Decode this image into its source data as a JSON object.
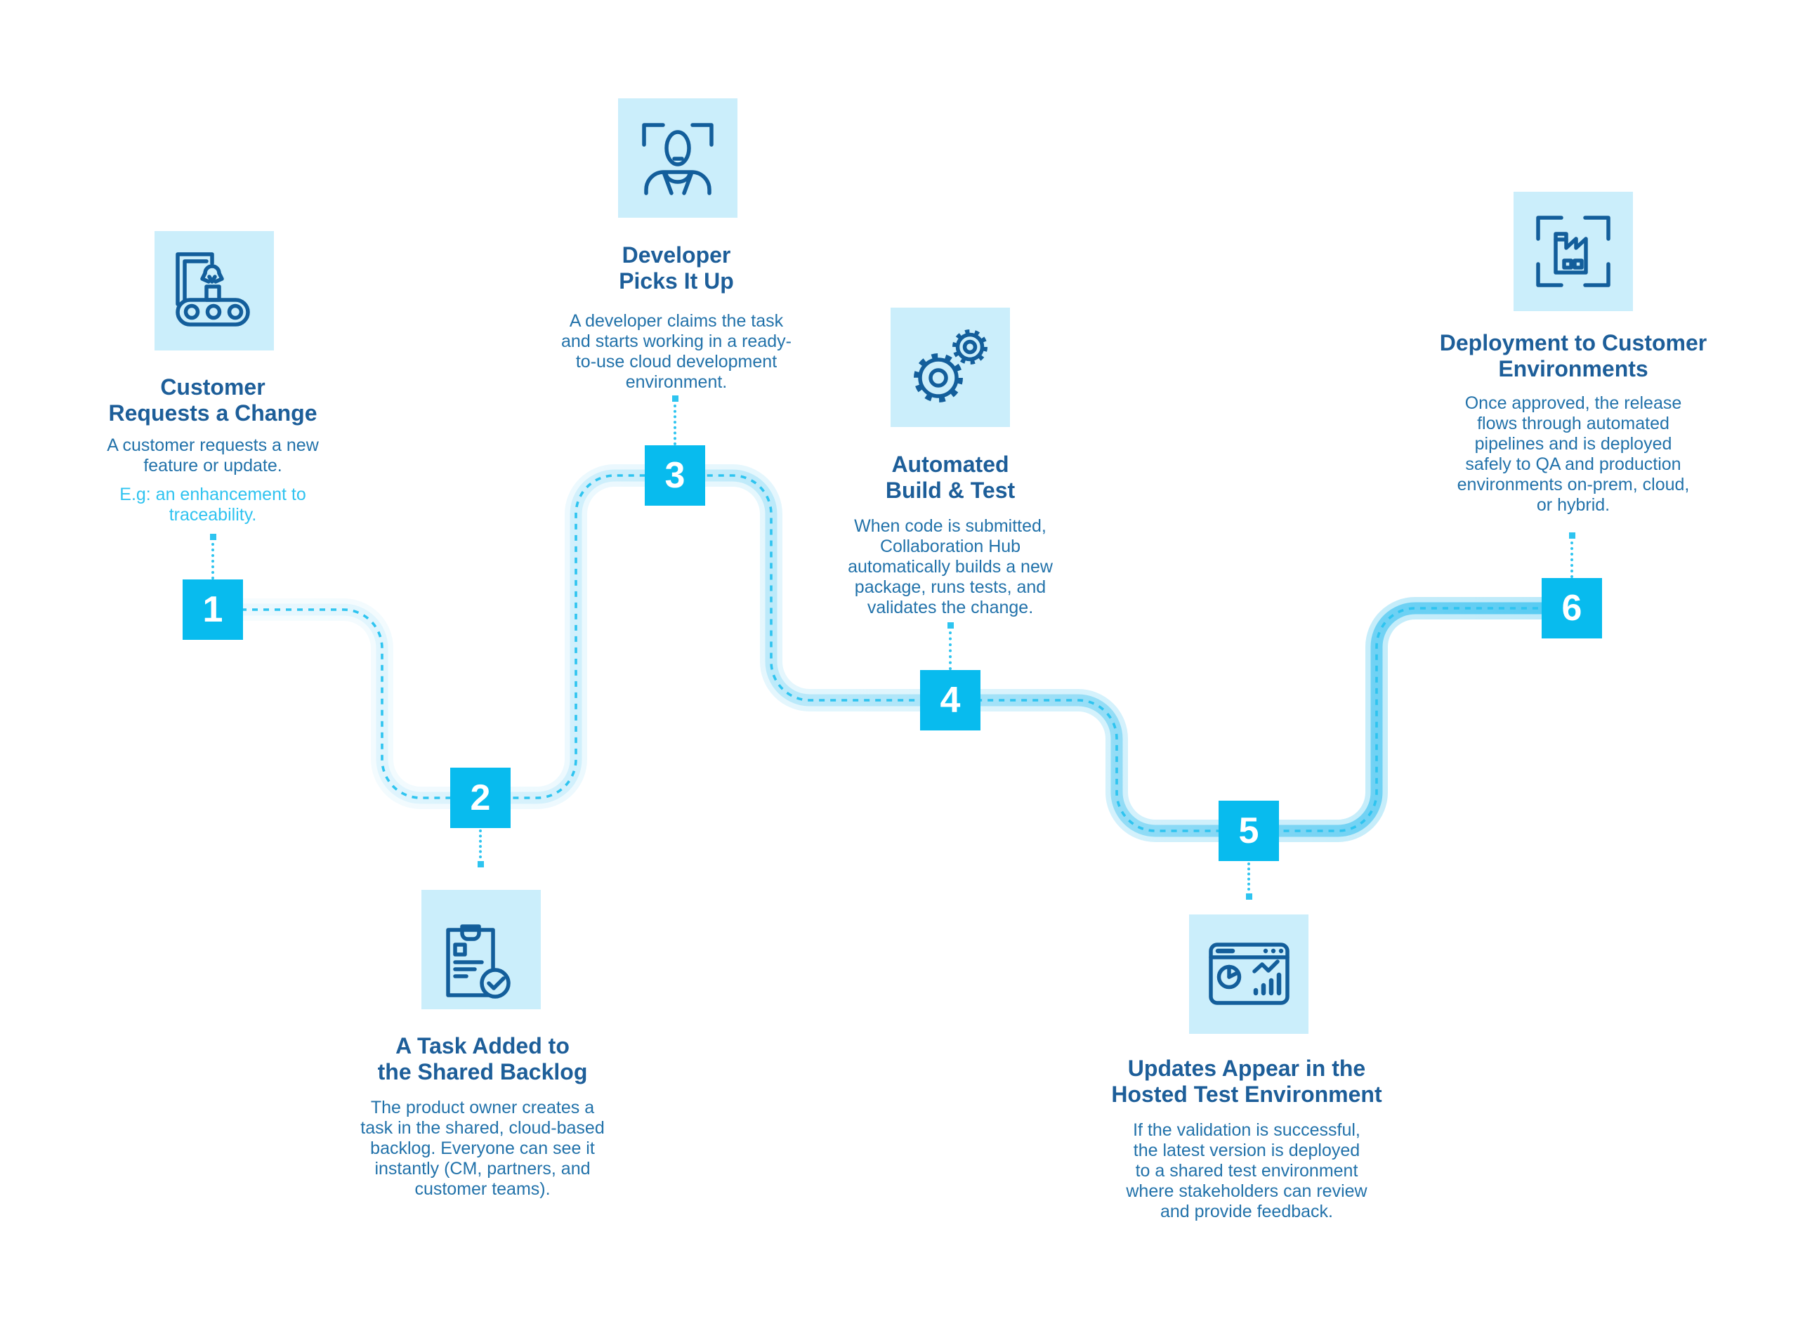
{
  "flow": {
    "steps": [
      {
        "num": "1",
        "title": "Customer\nRequests a Change",
        "body": "A customer requests a new\nfeature or update.",
        "accent": "E.g: an enhancement to\ntraceability.",
        "icon": "conveyor-claw-icon"
      },
      {
        "num": "2",
        "title": "A Task Added to\nthe Shared Backlog",
        "body": "The product owner creates a\ntask in the shared, cloud-based\nbacklog. Everyone can see it\ninstantly (CM, partners, and\ncustomer teams).",
        "icon": "task-clipboard-check-icon"
      },
      {
        "num": "3",
        "title": "Developer\nPicks It Up",
        "body": "A developer claims the task\nand starts working in a ready-\nto-use cloud development\nenvironment.",
        "icon": "developer-focus-icon"
      },
      {
        "num": "4",
        "title": "Automated\nBuild & Test",
        "body": "When code is submitted,\nCollaboration Hub\nautomatically builds a new\npackage, runs tests, and\nvalidates the change.",
        "icon": "gears-icon"
      },
      {
        "num": "5",
        "title": "Updates Appear in the\nHosted Test Environment",
        "body": "If the validation is successful,\nthe latest version is deployed\nto a shared test environment\nwhere stakeholders can review\nand provide feedback.",
        "icon": "test-dashboard-icon"
      },
      {
        "num": "6",
        "title": "Deployment to Customer\nEnvironments",
        "body": "Once approved, the release\nflows through automated\npipelines and is deployed\nsafely to QA and production\nenvironments on-prem, cloud,\nor hybrid.",
        "icon": "factory-deploy-icon"
      }
    ],
    "colors": {
      "number_box": "#08bbee",
      "tile_background": "#cbeefb",
      "icon_stroke": "#135e9b",
      "title_text": "#1d5e99",
      "body_text": "#2272aa",
      "accent_text": "#2fc3f0",
      "path_dash": "#2ec4f0",
      "path_start": "#edf9fe",
      "path_end": "#55caf2"
    }
  }
}
